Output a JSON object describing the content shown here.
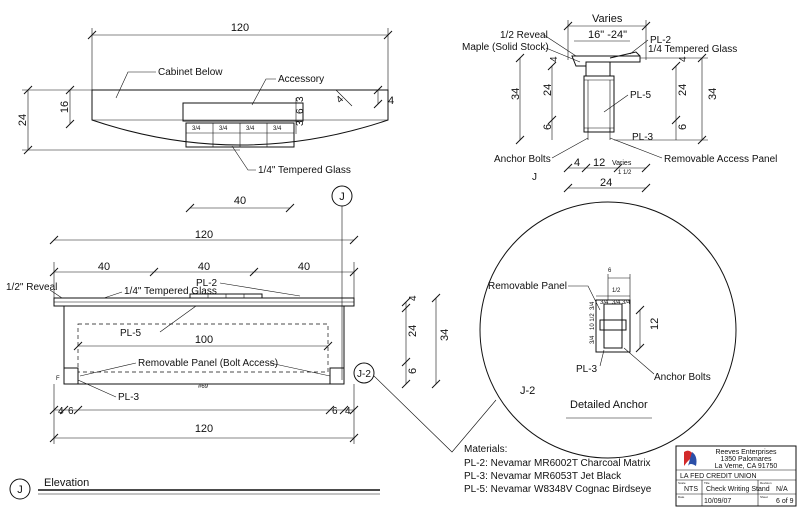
{
  "top_view": {
    "dim_120": "120",
    "dim_24": "24",
    "dim_16": "16",
    "dim_4": "4",
    "dim_4b": "4",
    "dim_3": "3",
    "dim_6": "6",
    "dim_3b": "3",
    "cabinet_below": "Cabinet Below",
    "accessory": "Accessory",
    "tempered_glass": "1/4\" Tempered Glass",
    "small_marks": [
      "3/4",
      "3/4",
      "3/4",
      "3/4"
    ]
  },
  "section": {
    "varies": "Varies",
    "range": "16\" -24\"",
    "reveal": "1/2 Reveal",
    "maple": "Maple (Solid Stock)",
    "pl2": "PL-2",
    "glass": "1/4 Tempered Glass",
    "pl5": "PL-5",
    "pl3": "PL-3",
    "anchor": "Anchor Bolts",
    "access_panel": "Removable Access Panel",
    "dim_34": "34",
    "dim_24": "24",
    "dim_6": "6",
    "dim_4": "4",
    "dim_34r": "34",
    "dim_24r": "24",
    "dim_6r": "6",
    "dim_4r": "4",
    "dim_4top": "4",
    "dim_bot_4": "4",
    "dim_bot_12": "12",
    "dim_bot_varies": "Varies",
    "dim_bot_tiny": "1 1/2",
    "dim_bot_24": "24",
    "tag": "J"
  },
  "elevation": {
    "marker": "J",
    "dim_40_top": "40",
    "dim_120": "120",
    "dim_40a": "40",
    "dim_40b": "40",
    "dim_40c": "40",
    "reveal": "1/2\" Reveal",
    "pl2": "PL-2",
    "glass": "1/4\" Tempered Glass",
    "pl5": "PL-5",
    "dim_100": "100",
    "removable": "Removable Panel (Bolt Access)",
    "pl3": "PL-3",
    "number": "#69",
    "f_mark": "F",
    "dim_4l": "4",
    "dim_6l": "6",
    "dim_6r": "6",
    "dim_4r": "4",
    "dim_120_bot": "120",
    "dim_34": "34",
    "dim_24": "24",
    "dim_4": "4",
    "dim_6": "6",
    "callout": "J-2",
    "title_tag": "J",
    "title": "Elevation"
  },
  "detail": {
    "removable": "Removable Panel",
    "pl3": "PL-3",
    "anchor": "Anchor Bolts",
    "dim_12": "12",
    "dim_6": "6",
    "small": [
      "1/2",
      "3/4",
      "3/4",
      "3/4",
      "10 1/2",
      "3/4",
      "3/4"
    ],
    "tag": "J-2",
    "title": "Detailed Anchor"
  },
  "materials": {
    "heading": "Materials:",
    "items": [
      "PL-2: Nevamar MR6002T Charcoal Matrix",
      "PL-3: Nevamar MR6053T Jet Black",
      "PL-5: Nevamar W8348V  Cognac Birdseye"
    ]
  },
  "title_block": {
    "company": "Reeves Enterprises",
    "address1": "1350 Palomares",
    "address2": "La Verne, CA 91750",
    "project": "LA FED CREDIT UNION",
    "scale_label": "Scale",
    "scale": "NTS",
    "title_label": "Title",
    "title": "Check Writing Stand",
    "rev_label": "Revision",
    "revision": "N/A",
    "date_label": "Date",
    "date": "10/09/07",
    "sheet_label": "Sheet",
    "sheet": "6 of 9"
  },
  "colors": {
    "logo_red": "#d32a2a",
    "logo_blue": "#2b4fa8",
    "ink": "#111111"
  }
}
